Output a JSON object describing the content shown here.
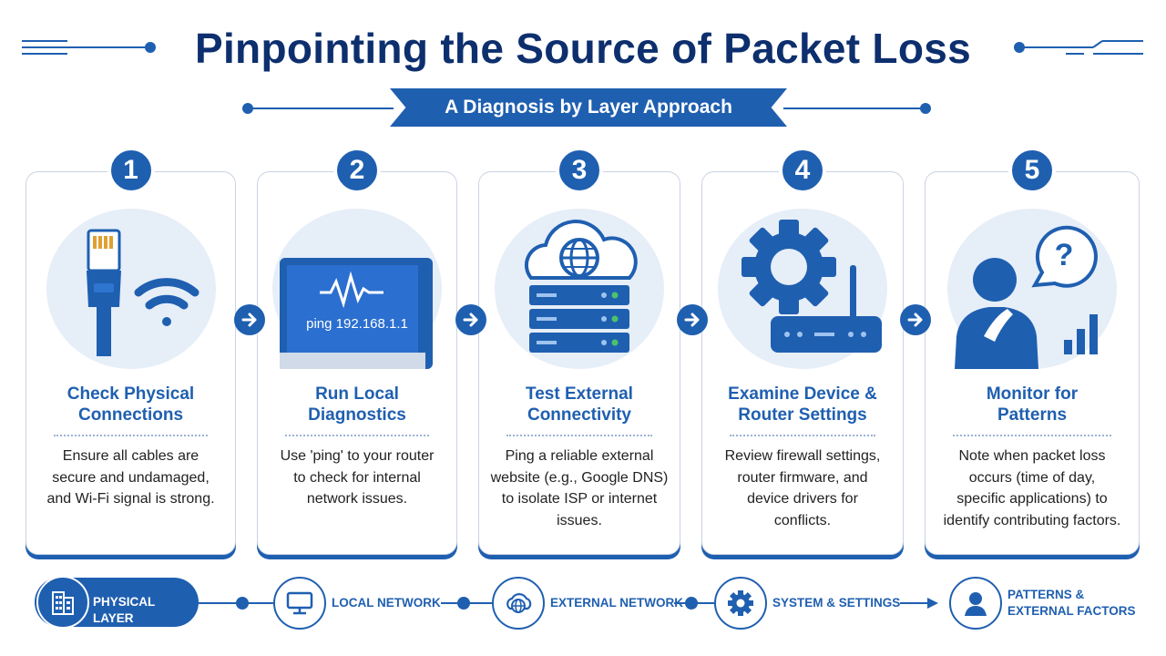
{
  "header": {
    "title": "Pinpointing the Source of Packet Loss",
    "subtitle": "A Diagnosis by Layer Approach"
  },
  "steps": [
    {
      "number": "1",
      "title_line1": "Check Physical",
      "title_line2": "Connections",
      "desc_lines": [
        "Ensure all cables are",
        "secure and undamaged,",
        "and Wi-Fi signal is strong."
      ],
      "icons": [
        "ethernet-cable-icon",
        "wifi-icon"
      ]
    },
    {
      "number": "2",
      "title_line1": "Run Local",
      "title_line2": "Diagnostics",
      "desc_lines": [
        "Use 'ping' to your router",
        "to check for internal",
        "network issues."
      ],
      "icons": [
        "monitor-icon",
        "waveform-icon"
      ],
      "screen_text": "ping 192.168.1.1"
    },
    {
      "number": "3",
      "title_line1": "Test External",
      "title_line2": "Connectivity",
      "desc_lines": [
        "Ping a reliable external",
        "website (e.g., Google DNS)",
        "to isolate ISP or internet",
        "issues."
      ],
      "icons": [
        "cloud-globe-icon",
        "server-stack-icon"
      ]
    },
    {
      "number": "4",
      "title_line1": "Examine Device &",
      "title_line2": "Router Settings",
      "desc_lines": [
        "Review firewall settings,",
        "router firmware, and",
        "device drivers for",
        "conflicts."
      ],
      "icons": [
        "gear-icon",
        "router-icon"
      ]
    },
    {
      "number": "5",
      "title_line1": "Monitor for",
      "title_line2": "Patterns",
      "desc_lines": [
        "Note when packet loss",
        "occurs (time of day,",
        "specific applications) to",
        "identify contributing factors."
      ],
      "icons": [
        "thinking-person-icon",
        "question-bubble-icon",
        "bar-chart-icon"
      ]
    }
  ],
  "legend": [
    {
      "label": "PHYSICAL LAYER",
      "icon": "building-icon"
    },
    {
      "label": "LOCAL NETWORK",
      "icon": "monitor-icon"
    },
    {
      "label": "EXTERNAL NETWORK",
      "icon": "cloud-globe-icon"
    },
    {
      "label": "SYSTEM & SETTINGS",
      "icon": "gear-icon"
    },
    {
      "label_line1": "PATTERNS &",
      "label_line2": "EXTERNAL FACTORS",
      "icon": "person-icon"
    }
  ],
  "colors": {
    "primary": "#1f5fb0",
    "title": "#0d2f6e",
    "illustration_bg": "#e6eef8",
    "card_border": "#c9d3e2",
    "accent_green": "#4cc26a"
  }
}
